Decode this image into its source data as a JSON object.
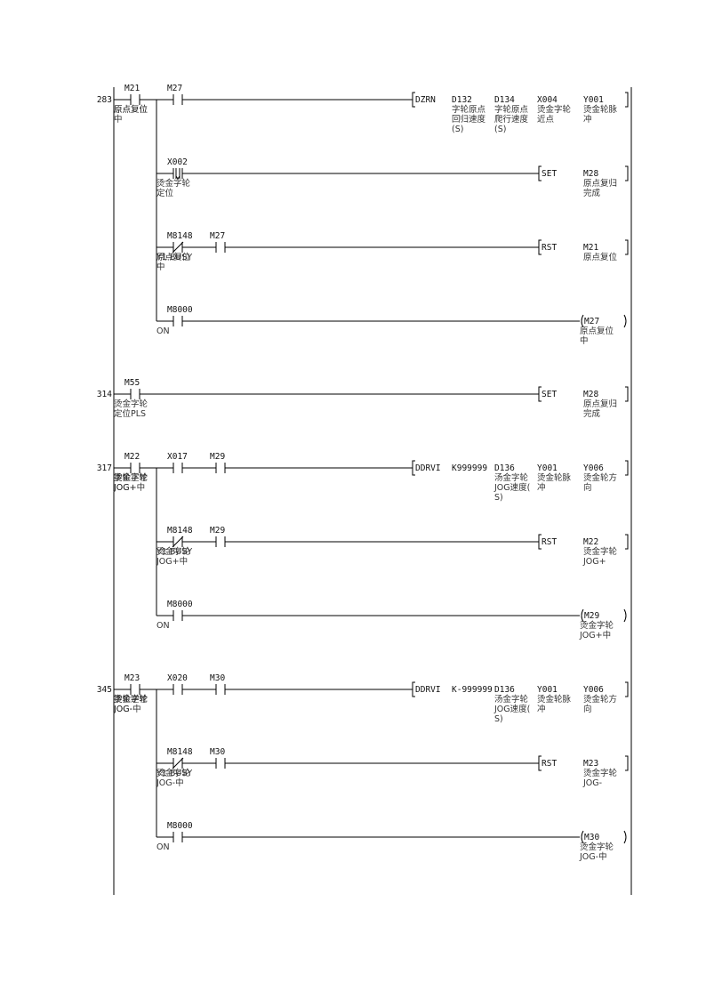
{
  "rungs": [
    {
      "step": "283",
      "branches": [
        {
          "contacts": [
            {
              "type": "NO",
              "device": "M21",
              "comment": [
                "原点复位"
              ]
            },
            {
              "type": "NO",
              "device": "M27",
              "comment": [
                "原点复位",
                "中"
              ]
            }
          ],
          "output": {
            "kind": "instr",
            "name": "DZRN",
            "operands": [
              {
                "text": "D132",
                "comment": [
                  "字轮原点",
                  "回归速度",
                  "(S)"
                ]
              },
              {
                "text": "D134",
                "comment": [
                  "字轮原点",
                  "爬行速度",
                  "(S)"
                ]
              },
              {
                "text": "X004",
                "comment": [
                  "烫金字轮",
                  "近点"
                ]
              },
              {
                "text": "Y001",
                "comment": [
                  "烫金轮脉",
                  "冲"
                ]
              }
            ]
          }
        },
        {
          "contacts": [
            {
              "type": "FALL",
              "device": "X002",
              "comment": [
                "烫金字轮",
                "定位"
              ]
            }
          ],
          "output": {
            "kind": "instr",
            "name": "SET",
            "operands": [
              {
                "text": "M28",
                "comment": [
                  "原点复归",
                  "完成"
                ]
              }
            ]
          }
        },
        {
          "contacts": [
            {
              "type": "NC",
              "device": "M8148",
              "comment": [
                "Y1 BUSY"
              ]
            },
            {
              "type": "NO",
              "device": "M27",
              "comment": [
                "原点复位",
                "中"
              ]
            }
          ],
          "output": {
            "kind": "instr",
            "name": "RST",
            "operands": [
              {
                "text": "M21",
                "comment": [
                  "原点复位"
                ]
              }
            ]
          }
        },
        {
          "contacts": [
            {
              "type": "NO",
              "device": "M8000",
              "comment": [
                "ON"
              ]
            }
          ],
          "output": {
            "kind": "coil",
            "device": "M27",
            "comment": [
              "原点复位",
              "中"
            ]
          }
        }
      ]
    },
    {
      "step": "314",
      "branches": [
        {
          "contacts": [
            {
              "type": "NO",
              "device": "M55",
              "comment": [
                "烫金字轮",
                "定位PLS"
              ]
            }
          ],
          "output": {
            "kind": "instr",
            "name": "SET",
            "operands": [
              {
                "text": "M28",
                "comment": [
                  "原点复归",
                  "完成"
                ]
              }
            ]
          }
        }
      ]
    },
    {
      "step": "317",
      "branches": [
        {
          "contacts": [
            {
              "type": "NO",
              "device": "M22",
              "comment": [
                "烫金字轮",
                "JOG+"
              ]
            },
            {
              "type": "NO",
              "device": "X017",
              "comment": [
                "字轮正寸"
              ]
            },
            {
              "type": "NO",
              "device": "M29",
              "comment": [
                "烫金字轮",
                "JOG+中"
              ]
            }
          ],
          "output": {
            "kind": "instr",
            "name": "DDRVI",
            "operands": [
              {
                "text": "K999999",
                "comment": []
              },
              {
                "text": "D136",
                "comment": [
                  "汤金字轮",
                  "JOG速度(",
                  "S)"
                ]
              },
              {
                "text": "Y001",
                "comment": [
                  "烫金轮脉",
                  "冲"
                ]
              },
              {
                "text": "Y006",
                "comment": [
                  "烫金轮方",
                  "向"
                ]
              }
            ]
          }
        },
        {
          "contacts": [
            {
              "type": "NC",
              "device": "M8148",
              "comment": [
                "Y1 BUSY"
              ]
            },
            {
              "type": "NO",
              "device": "M29",
              "comment": [
                "烫金字轮",
                "JOG+中"
              ]
            }
          ],
          "output": {
            "kind": "instr",
            "name": "RST",
            "operands": [
              {
                "text": "M22",
                "comment": [
                  "烫金字轮",
                  "JOG+"
                ]
              }
            ]
          }
        },
        {
          "contacts": [
            {
              "type": "NO",
              "device": "M8000",
              "comment": [
                "ON"
              ]
            }
          ],
          "output": {
            "kind": "coil",
            "device": "M29",
            "comment": [
              "烫金字轮",
              "JOG+中"
            ]
          }
        }
      ]
    },
    {
      "step": "345",
      "branches": [
        {
          "contacts": [
            {
              "type": "NO",
              "device": "M23",
              "comment": [
                "烫金字轮",
                "JOG-"
              ]
            },
            {
              "type": "NO",
              "device": "X020",
              "comment": [
                "字轮逆寸"
              ]
            },
            {
              "type": "NO",
              "device": "M30",
              "comment": [
                "烫金字轮",
                "JOG-中"
              ]
            }
          ],
          "output": {
            "kind": "instr",
            "name": "DDRVI",
            "operands": [
              {
                "text": "K-999999",
                "comment": []
              },
              {
                "text": "D136",
                "comment": [
                  "汤金字轮",
                  "JOG速度(",
                  "S)"
                ]
              },
              {
                "text": "Y001",
                "comment": [
                  "烫金轮脉",
                  "冲"
                ]
              },
              {
                "text": "Y006",
                "comment": [
                  "烫金轮方",
                  "向"
                ]
              }
            ]
          }
        },
        {
          "contacts": [
            {
              "type": "NC",
              "device": "M8148",
              "comment": [
                "Y1 BUSY"
              ]
            },
            {
              "type": "NO",
              "device": "M30",
              "comment": [
                "烫金字轮",
                "JOG-中"
              ]
            }
          ],
          "output": {
            "kind": "instr",
            "name": "RST",
            "operands": [
              {
                "text": "M23",
                "comment": [
                  "烫金字轮",
                  "JOG-"
                ]
              }
            ]
          }
        },
        {
          "contacts": [
            {
              "type": "NO",
              "device": "M8000",
              "comment": [
                "ON"
              ]
            }
          ],
          "output": {
            "kind": "coil",
            "device": "M30",
            "comment": [
              "烫金字轮",
              "JOG-中"
            ]
          }
        }
      ]
    }
  ]
}
